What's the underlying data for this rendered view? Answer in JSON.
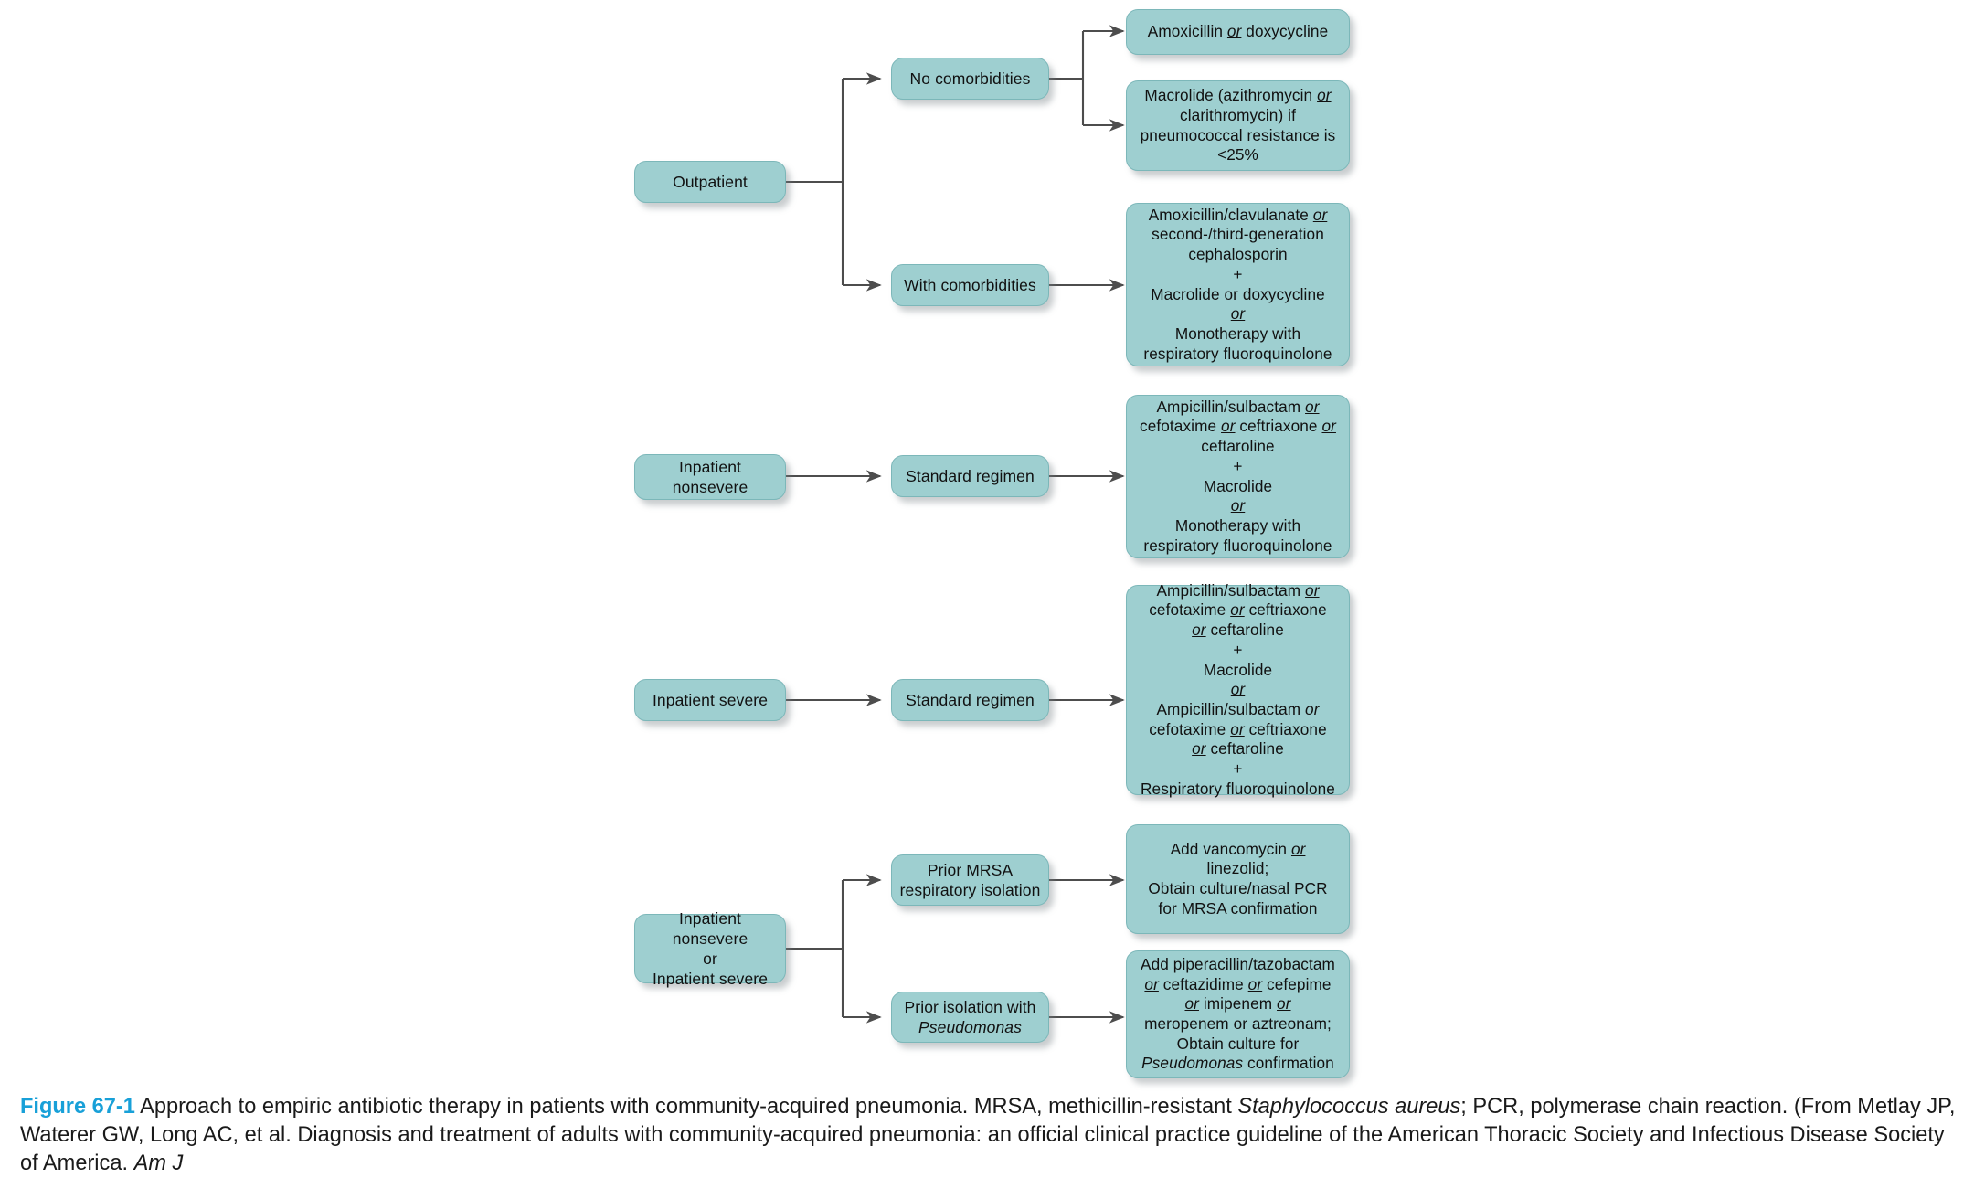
{
  "figure": {
    "label": "Figure 67-1",
    "caption_html": "  Approach to empiric antibiotic therapy in patients with community-acquired pneumonia. MRSA, methicillin-resistant <i>Staphylococcus aureus</i>; PCR, polymerase chain reaction. (From Metlay JP, Waterer GW, Long AC, et al. Diagnosis and treatment of adults with community-acquired pneumonia: an official clinical practice guideline of the American Thoracic Society and Infectious Disease Society of America. <i>Am J</i>",
    "label_color": "#18a0d8"
  },
  "diagram": {
    "type": "flowchart",
    "orientation": "left-to-right",
    "node_fill": "#9ecfd0",
    "node_border": "#7cb7b9",
    "connector_color": "#4d4d4d",
    "columns": [
      "patient-category",
      "risk-branch",
      "recommended-therapy"
    ],
    "nodes": {
      "outpatient": {
        "label": "Outpatient"
      },
      "no_comorbidities": {
        "label": "No comorbidities"
      },
      "with_comorbidities": {
        "label": "With comorbidities"
      },
      "inpatient_nonsevere": {
        "label": "Inpatient\nnonsevere"
      },
      "inpatient_severe": {
        "label": "Inpatient severe"
      },
      "standard_regimen_nonsevere": {
        "label": "Standard regimen"
      },
      "standard_regimen_severe": {
        "label": "Standard regimen"
      },
      "inpatient_either": {
        "label": "Inpatient nonsevere\nor\nInpatient severe"
      },
      "prior_mrsa": {
        "label": "Prior MRSA\nrespiratory isolation"
      },
      "prior_pseudomonas": {
        "label": "Prior isolation with\n<i>Pseudomonas</i>"
      },
      "tx_amox_doxy": {
        "label": "Amoxicillin <u>or</u> doxycycline"
      },
      "tx_macrolide_resistance": {
        "label": "Macrolide (azithromycin <u>or</u>\nclarithromycin) if\npneumococcal resistance is\n&lt;25%"
      },
      "tx_comorbidities": {
        "label": "Amoxicillin/clavulanate <u>or</u>\nsecond-/third-generation\ncephalosporin\n+\nMacrolide or doxycycline\n<u>or</u>\nMonotherapy with\nrespiratory fluoroquinolone"
      },
      "tx_inpatient_nonsevere": {
        "label": "Ampicillin/sulbactam <u>or</u>\ncefotaxime <u>or</u> ceftriaxone <u>or</u>\nceftaroline\n+\nMacrolide\n<u>or</u>\nMonotherapy with\nrespiratory fluoroquinolone"
      },
      "tx_inpatient_severe": {
        "label": "Ampicillin/sulbactam <u>or</u>\ncefotaxime <u>or</u> ceftriaxone\n<u>or</u>  ceftaroline\n+\nMacrolide\n<u>or</u>\nAmpicillin/sulbactam <u>or</u>\ncefotaxime <u>or</u> ceftriaxone\n<u>or</u> ceftaroline\n+\nRespiratory fluoroquinolone"
      },
      "tx_mrsa": {
        "label": "Add vancomycin <u>or</u>\nlinezolid;\nObtain culture/nasal PCR\nfor MRSA confirmation"
      },
      "tx_pseudomonas": {
        "label": "Add piperacillin/tazobactam\n<u>or</u> ceftazidime <u>or</u> cefepime\n<u>or</u> imipenem <u>or</u>\nmeropenem or aztreonam;\nObtain culture for\n<i>Pseudomonas</i> confirmation"
      }
    },
    "edges": [
      {
        "from": "outpatient",
        "to": "no_comorbidities",
        "style": "elbow-arrow"
      },
      {
        "from": "outpatient",
        "to": "with_comorbidities",
        "style": "elbow-arrow"
      },
      {
        "from": "no_comorbidities",
        "to": "tx_amox_doxy",
        "style": "elbow-arrow"
      },
      {
        "from": "no_comorbidities",
        "to": "tx_macrolide_resistance",
        "style": "elbow-arrow"
      },
      {
        "from": "with_comorbidities",
        "to": "tx_comorbidities",
        "style": "straight-arrow"
      },
      {
        "from": "inpatient_nonsevere",
        "to": "standard_regimen_nonsevere",
        "style": "straight-arrow"
      },
      {
        "from": "standard_regimen_nonsevere",
        "to": "tx_inpatient_nonsevere",
        "style": "straight-arrow"
      },
      {
        "from": "inpatient_severe",
        "to": "standard_regimen_severe",
        "style": "straight-arrow"
      },
      {
        "from": "standard_regimen_severe",
        "to": "tx_inpatient_severe",
        "style": "straight-arrow"
      },
      {
        "from": "inpatient_either",
        "to": "prior_mrsa",
        "style": "elbow-arrow"
      },
      {
        "from": "inpatient_either",
        "to": "prior_pseudomonas",
        "style": "elbow-arrow"
      },
      {
        "from": "prior_mrsa",
        "to": "tx_mrsa",
        "style": "straight-arrow"
      },
      {
        "from": "prior_pseudomonas",
        "to": "tx_pseudomonas",
        "style": "straight-arrow"
      }
    ]
  }
}
